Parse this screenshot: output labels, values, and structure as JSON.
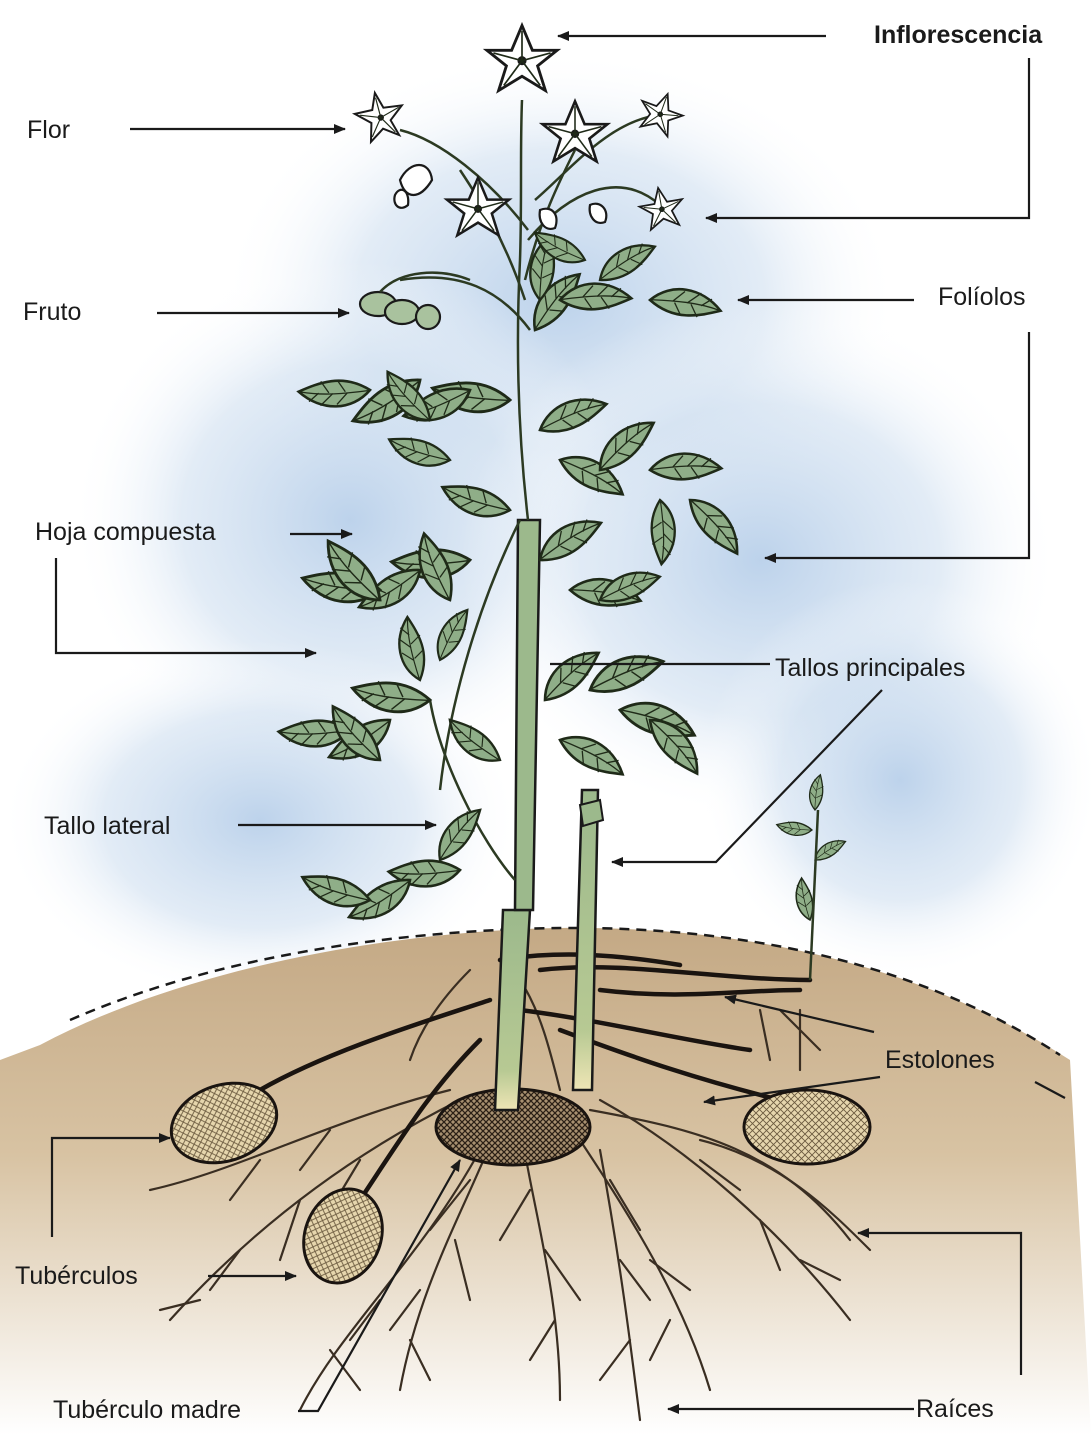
{
  "labels": {
    "inflorescencia": "Inflorescencia",
    "flor": "Flor",
    "fruto": "Fruto",
    "foliolos": "Folíolos",
    "hoja_compuesta": "Hoja compuesta",
    "tallos_principales": "Tallos principales",
    "tallo_lateral": "Tallo lateral",
    "estolones": "Estolones",
    "tuberculos": "Tubérculos",
    "raices": "Raíces",
    "tuberculo_madre": "Tubérculo madre"
  },
  "colors": {
    "leaf": "#8fae88",
    "stem": "#9cb98c",
    "soil": "#cdb494",
    "sky": "#c9dbee",
    "tuber": "#e6d6ad",
    "line": "#1a1a1a"
  }
}
